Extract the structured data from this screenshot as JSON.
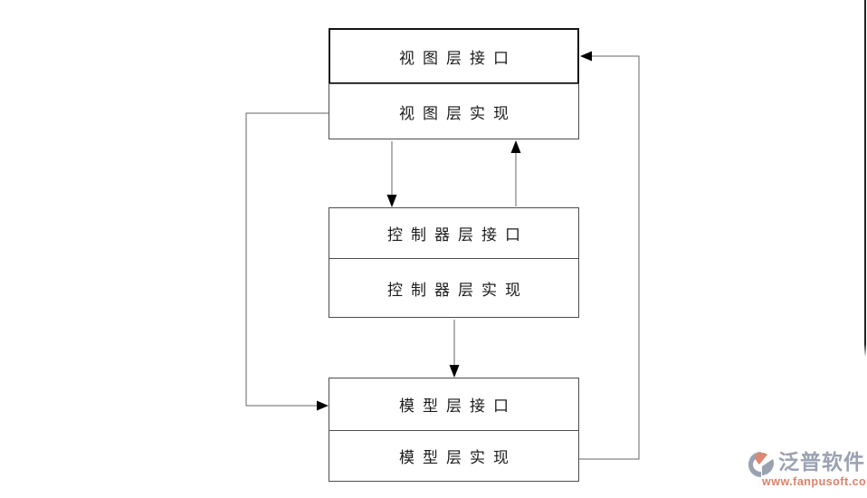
{
  "diagram": {
    "title_hint": "MVC layered architecture diagram",
    "boxes": [
      {
        "name": "view-layer",
        "interface_label": "视图层接口",
        "impl_label": "视图层实现"
      },
      {
        "name": "controller-layer",
        "interface_label": "控制器层接口",
        "impl_label": "控制器层实现"
      },
      {
        "name": "model-layer",
        "interface_label": "模型层接口",
        "impl_label": "模型层实现"
      }
    ],
    "connections": [
      "view-impl -> controller-interface (down arrow)",
      "controller-interface -> view-impl (up arrow)",
      "controller-impl -> model-interface (down arrow)",
      "view-impl -> model-interface (left loop, right-pointing arrow)",
      "model-impl -> view-interface (right loop, left-pointing arrow)"
    ],
    "colors": {
      "box_border": "#4d4d4d",
      "emphasis_border": "#141414",
      "connector": "#666666",
      "arrow": "#000000"
    }
  },
  "watermark": {
    "brand": "泛普软件",
    "url": "www.fanpusoft.com",
    "brand_color": "#9aa2b2",
    "url_color": "#dd8168"
  }
}
